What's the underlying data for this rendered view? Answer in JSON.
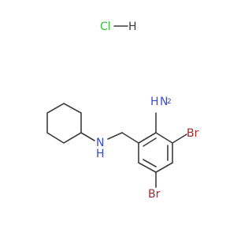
{
  "molecule": {
    "salt_label": "Cl",
    "salt_hydrogen": "H",
    "amine_N": "N",
    "amine_H": "H",
    "aniline_H": "H",
    "aniline_N": "N",
    "bromine_1": "Br",
    "bromine_2": "Br"
  },
  "colors": {
    "bond": "#3d3d3d",
    "chlorine": "#2ec22e",
    "nitrogen": "#3b4bcf",
    "bromine": "#a52a2a"
  }
}
